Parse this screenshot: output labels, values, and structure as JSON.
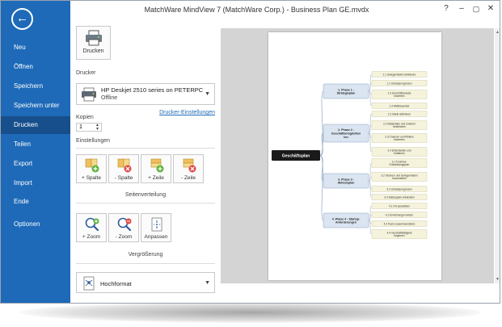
{
  "window": {
    "title": "MatchWare MindView 7 (MatchWare Corp.) - Business Plan GE.mvdx",
    "controls": {
      "help": "?",
      "minimize": "–",
      "maximize": "▢",
      "close": "✕"
    }
  },
  "sidebar": {
    "back_icon": "←",
    "items": [
      {
        "label": "Neu"
      },
      {
        "label": "Öffnen"
      },
      {
        "label": "Speichern"
      },
      {
        "label": "Speichern unter"
      },
      {
        "label": "Drucken"
      },
      {
        "label": "Teilen"
      },
      {
        "label": "Export"
      },
      {
        "label": "Import"
      },
      {
        "label": "Ende"
      },
      {
        "label": "Optionen"
      }
    ],
    "active": "Drucken"
  },
  "print_panel": {
    "print_button_label": "Drucken",
    "printer_section": "Drucker",
    "printer_name": "HP Deskjet 2510 series on PETERPC",
    "printer_status": "Offline",
    "printer_settings_link": "Drucker-Einstellungen",
    "copies_label": "Kopien",
    "copies_value": "1",
    "settings_label": "Einstellungen",
    "page_buttons": [
      {
        "label": "+ Spalte",
        "action": "plus"
      },
      {
        "label": "- Spalte",
        "action": "minus"
      },
      {
        "label": "+ Zeile",
        "action": "plus"
      },
      {
        "label": "- Zeile",
        "action": "minus"
      }
    ],
    "page_group_label": "Seitenverteilung",
    "zoom_buttons": [
      {
        "label": "+ Zoom"
      },
      {
        "label": "- Zoom"
      },
      {
        "label": "Anpassen"
      }
    ],
    "zoom_group_label": "Vergrößerung",
    "orientation": "Hochformat"
  },
  "colors": {
    "sidebar": "#1e6ab8",
    "sidebar_active": "#164f8c",
    "central_node": "#1a1a1a",
    "branch_node": "#dbe5f1",
    "sub_node": "#f6f3dc"
  },
  "mindmap": {
    "central": "Geschäftsplan",
    "branches": [
      {
        "label_lines": [
          "1.      Phase 1 -",
          "Strategieplan"
        ],
        "subs": [
          {
            "lines": [
              "1.1  Gelegenheiten definieren"
            ]
          },
          {
            "lines": [
              "1.2  Umsatzprognosen"
            ]
          },
          {
            "lines": [
              "1.3     Geschäftsansatz",
              "bewerten"
            ]
          },
          {
            "lines": [
              "1.4  Wettbewerber"
            ]
          }
        ]
      },
      {
        "label_lines": [
          "2.      Phase 2 -",
          "Geschäftsmöglichkei",
          "ten"
        ],
        "subs": [
          {
            "lines": [
              "2.1  Markt definieren"
            ]
          },
          {
            "lines": [
              "2.2  Materialien und Zubehör",
              "bestimmen"
            ]
          },
          {
            "lines": [
              "2.3  Chancen und Risiken",
              "bewerten"
            ]
          },
          {
            "lines": [
              "2.4  Entscheiden und",
              "fortfahren"
            ]
          }
        ]
      },
      {
        "label_lines": [
          "3.      Phase 3 -",
          "Aktionsplan"
        ],
        "subs": [
          {
            "lines": [
              "3.1     5-Jahres-",
              "Entwicklungsplan"
            ]
          },
          {
            "lines": [
              "3.2  Visionen und Gelegenheiten",
              "beschreiben"
            ]
          },
          {
            "lines": [
              "3.3  Umsatzprognosen"
            ]
          },
          {
            "lines": [
              "3.4  Startupplan entwickeln"
            ]
          }
        ]
      },
      {
        "label_lines": [
          "4.    Phase 4 - Startup-",
          "Anforderungen"
        ],
        "subs": [
          {
            "lines": [
              "4.1  Ort auswählen"
            ]
          },
          {
            "lines": [
              "4.2  Einrichtungen liefern"
            ]
          },
          {
            "lines": [
              "4.3  Team zusammenstellen"
            ]
          },
          {
            "lines": [
              "4.4     Geschäftstätigkeit",
              "beginnen"
            ]
          }
        ]
      }
    ]
  }
}
